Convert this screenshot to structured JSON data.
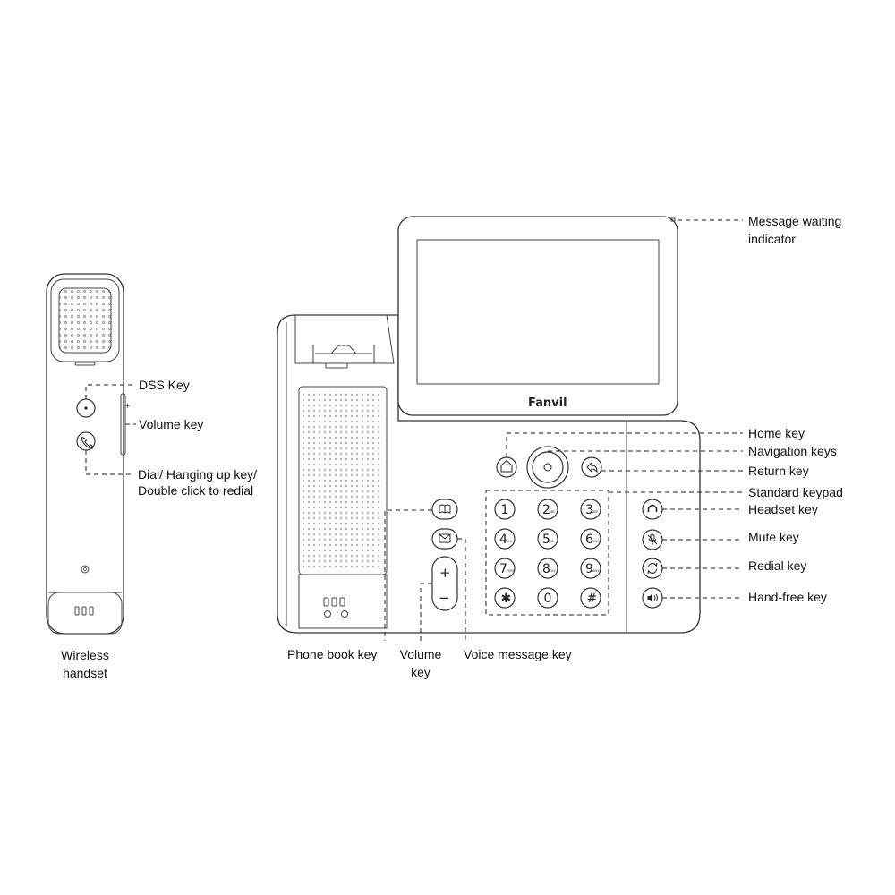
{
  "brand": "Fanvil",
  "handset": {
    "caption_line1": "Wireless",
    "caption_line2": "handset",
    "dss_label": "DSS Key",
    "volume_label": "Volume key",
    "dial_label_line1": "Dial/ Hanging up key/",
    "dial_label_line2": "Double click to redial",
    "side_glyph": "+"
  },
  "phone": {
    "labels": {
      "message_waiting_line1": "Message waiting",
      "message_waiting_line2": "indicator",
      "home": "Home key",
      "navigation": "Navigation keys",
      "return": "Return key",
      "standard_keypad": "Standard keypad",
      "headset": "Headset key",
      "mute": "Mute key",
      "redial": "Redial key",
      "handfree": "Hand-free key",
      "phonebook": "Phone book key",
      "volume_line1": "Volume",
      "volume_line2": "key",
      "voice_message": "Voice message key"
    },
    "keypad": [
      {
        "digit": "1",
        "sub": ""
      },
      {
        "digit": "2",
        "sub": "ABC"
      },
      {
        "digit": "3",
        "sub": "DEF"
      },
      {
        "digit": "4",
        "sub": "GHI"
      },
      {
        "digit": "5",
        "sub": "JKL"
      },
      {
        "digit": "6",
        "sub": "MNO"
      },
      {
        "digit": "7",
        "sub": "PQRS"
      },
      {
        "digit": "8",
        "sub": "TUV"
      },
      {
        "digit": "9",
        "sub": "WXYZ"
      },
      {
        "digit": "✱",
        "sub": ""
      },
      {
        "digit": "0",
        "sub": ""
      },
      {
        "digit": "#",
        "sub": ""
      }
    ],
    "volume_plus": "+",
    "volume_minus": "−"
  },
  "icons": [
    "home-icon",
    "return-icon",
    "headset-icon",
    "mute-icon",
    "redial-icon",
    "speaker-icon",
    "phonebook-icon",
    "envelope-icon",
    "phone-icon"
  ]
}
